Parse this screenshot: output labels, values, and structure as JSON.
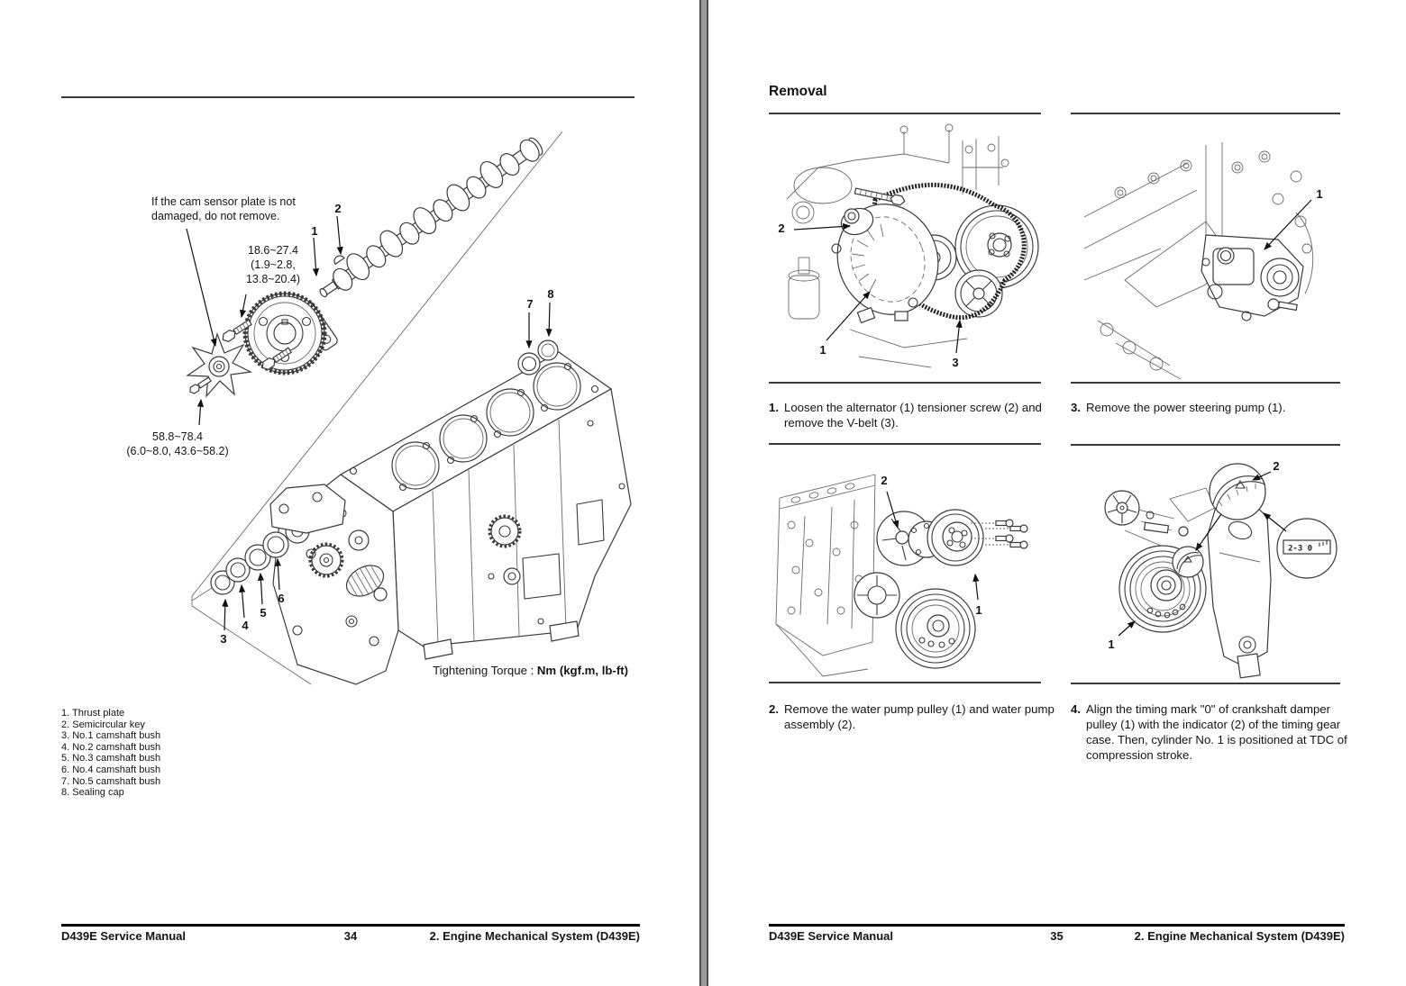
{
  "window": {
    "background": "#ffffff",
    "divider_color": "#9b9b9b"
  },
  "page_left": {
    "diagram": {
      "note": {
        "line1": "If the cam sensor plate is not",
        "line2": "damaged, do not remove."
      },
      "torque_top": {
        "line1": "18.6~27.4",
        "line2": "(1.9~2.8,",
        "line3": "13.8~20.4)"
      },
      "torque_bottom": {
        "line1": "58.8~78.4",
        "line2": "(6.0~8.0, 43.6~58.2)"
      },
      "tightening": {
        "label": "Tightening Torque : ",
        "value": "Nm (kgf.m, lb-ft)"
      },
      "callouts": [
        "1",
        "2",
        "3",
        "4",
        "5",
        "6",
        "7",
        "8"
      ]
    },
    "parts_list": [
      "1. Thrust plate",
      "2. Semicircular key",
      "3. No.1 camshaft bush",
      "4. No.2 camshaft bush",
      "5. No.3 camshaft bush",
      "6. No.4 camshaft bush",
      "7. No.5 camshaft bush",
      "8. Sealing cap"
    ],
    "footer": {
      "manual": "D439E Service Manual",
      "page": "34",
      "section": "2. Engine Mechanical System (D439E)"
    }
  },
  "page_right": {
    "heading": "Removal",
    "steps": {
      "s1": {
        "num": "1.",
        "text": "Loosen the alternator (1) tensioner screw (2) and remove the V-belt (3)."
      },
      "s3": {
        "num": "3.",
        "text": "Remove the power steering pump (1)."
      },
      "s2": {
        "num": "2.",
        "text": "Remove the water pump pulley (1) and water pump assembly (2)."
      },
      "s4": {
        "num": "4.",
        "text": "Align the timing mark \"0\" of crankshaft damper pulley (1) with the indicator (2) of the timing gear case. Then, cylinder No. 1 is positioned at TDC of compression stroke."
      }
    },
    "panels": {
      "alternator": {
        "labels": [
          "1",
          "2",
          "3"
        ]
      },
      "power_steering": {
        "labels": [
          "1"
        ]
      },
      "water_pump": {
        "labels": [
          "1",
          "2"
        ]
      },
      "timing_mark": {
        "labels": [
          "1",
          "2"
        ],
        "inset_scale": "2-3 0"
      }
    },
    "footer": {
      "manual": "D439E Service Manual",
      "page": "35",
      "section": "2. Engine Mechanical System (D439E)"
    }
  }
}
